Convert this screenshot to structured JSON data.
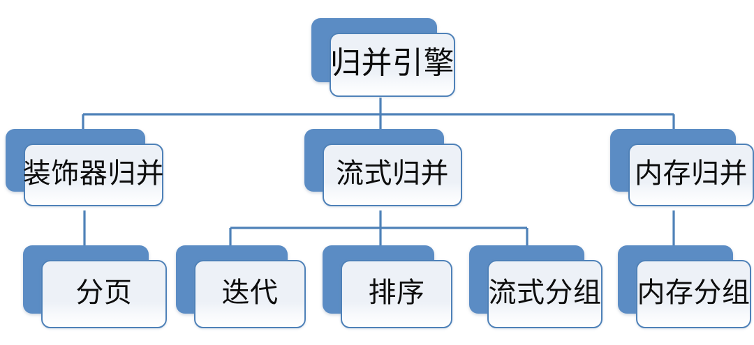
{
  "diagram": {
    "type": "org-chart",
    "title_node": "归并引擎",
    "colors": {
      "shadow_card": "#5B8CC4",
      "card_border": "#4E81B8",
      "card_fill": "#EDF1F7",
      "connector": "#4E81B8",
      "text": "#0d0d0d",
      "background": "#ffffff"
    },
    "levels": [
      {
        "level": 1,
        "nodes": [
          {
            "id": "root",
            "label": "归并引擎"
          }
        ]
      },
      {
        "level": 2,
        "nodes": [
          {
            "id": "decorator-merge",
            "label": "装饰器归并"
          },
          {
            "id": "stream-merge",
            "label": "流式归并"
          },
          {
            "id": "memory-merge",
            "label": "内存归并"
          }
        ]
      },
      {
        "level": 3,
        "nodes": [
          {
            "id": "pagination",
            "label": "分页",
            "parent": "decorator-merge"
          },
          {
            "id": "iteration",
            "label": "迭代",
            "parent": "stream-merge"
          },
          {
            "id": "sorting",
            "label": "排序",
            "parent": "stream-merge"
          },
          {
            "id": "stream-group",
            "label": "流式分组",
            "parent": "stream-merge"
          },
          {
            "id": "memory-group",
            "label": "内存分组",
            "parent": "memory-merge"
          }
        ]
      }
    ]
  }
}
